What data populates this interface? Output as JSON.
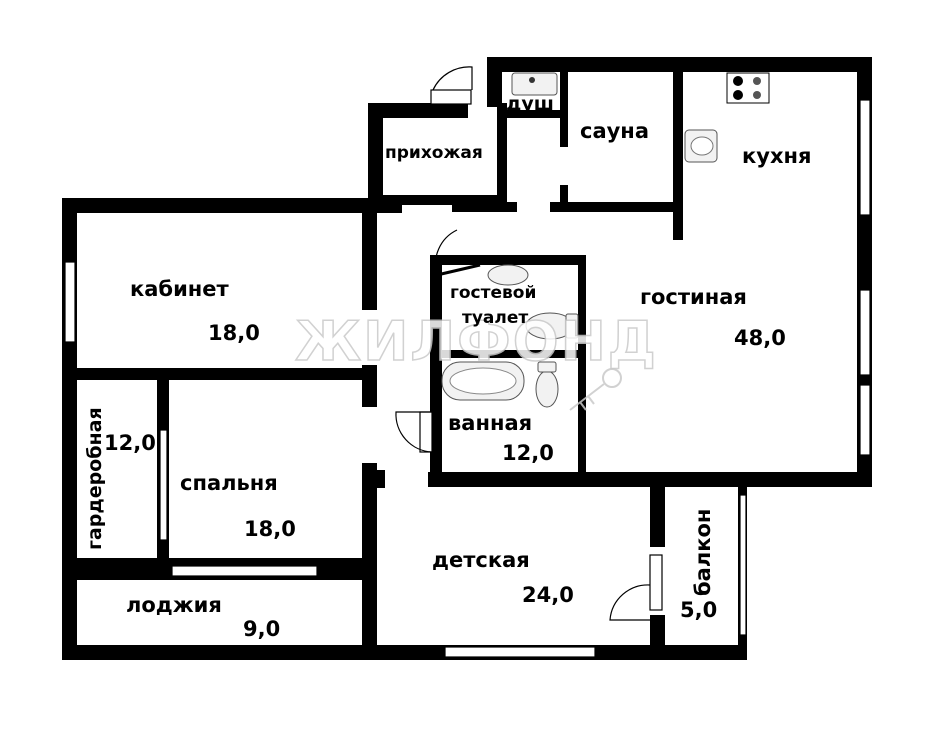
{
  "watermark": "ЖИЛФОНД",
  "rooms": {
    "dush": {
      "name": "душ"
    },
    "sauna": {
      "name": "сауна"
    },
    "kuhnya": {
      "name": "кухня"
    },
    "prihozhaya": {
      "name": "прихожая"
    },
    "kabinet": {
      "name": "кабинет",
      "area": "18,0"
    },
    "gostevoy": {
      "name_line1": "гостевой",
      "name_line2": "туалет"
    },
    "gostinaya": {
      "name": "гостиная",
      "area": "48,0"
    },
    "vannaya": {
      "name": "ванная",
      "area": "12,0"
    },
    "garderobnaya": {
      "name": "гардеробная",
      "area": "12,0"
    },
    "spalnya": {
      "name": "спальня",
      "area": "18,0"
    },
    "detskaya": {
      "name": "детская",
      "area": "24,0"
    },
    "balkon": {
      "name": "балкон",
      "area": "5,0"
    },
    "lodzhiya": {
      "name": "лоджия",
      "area": "9,0"
    }
  }
}
